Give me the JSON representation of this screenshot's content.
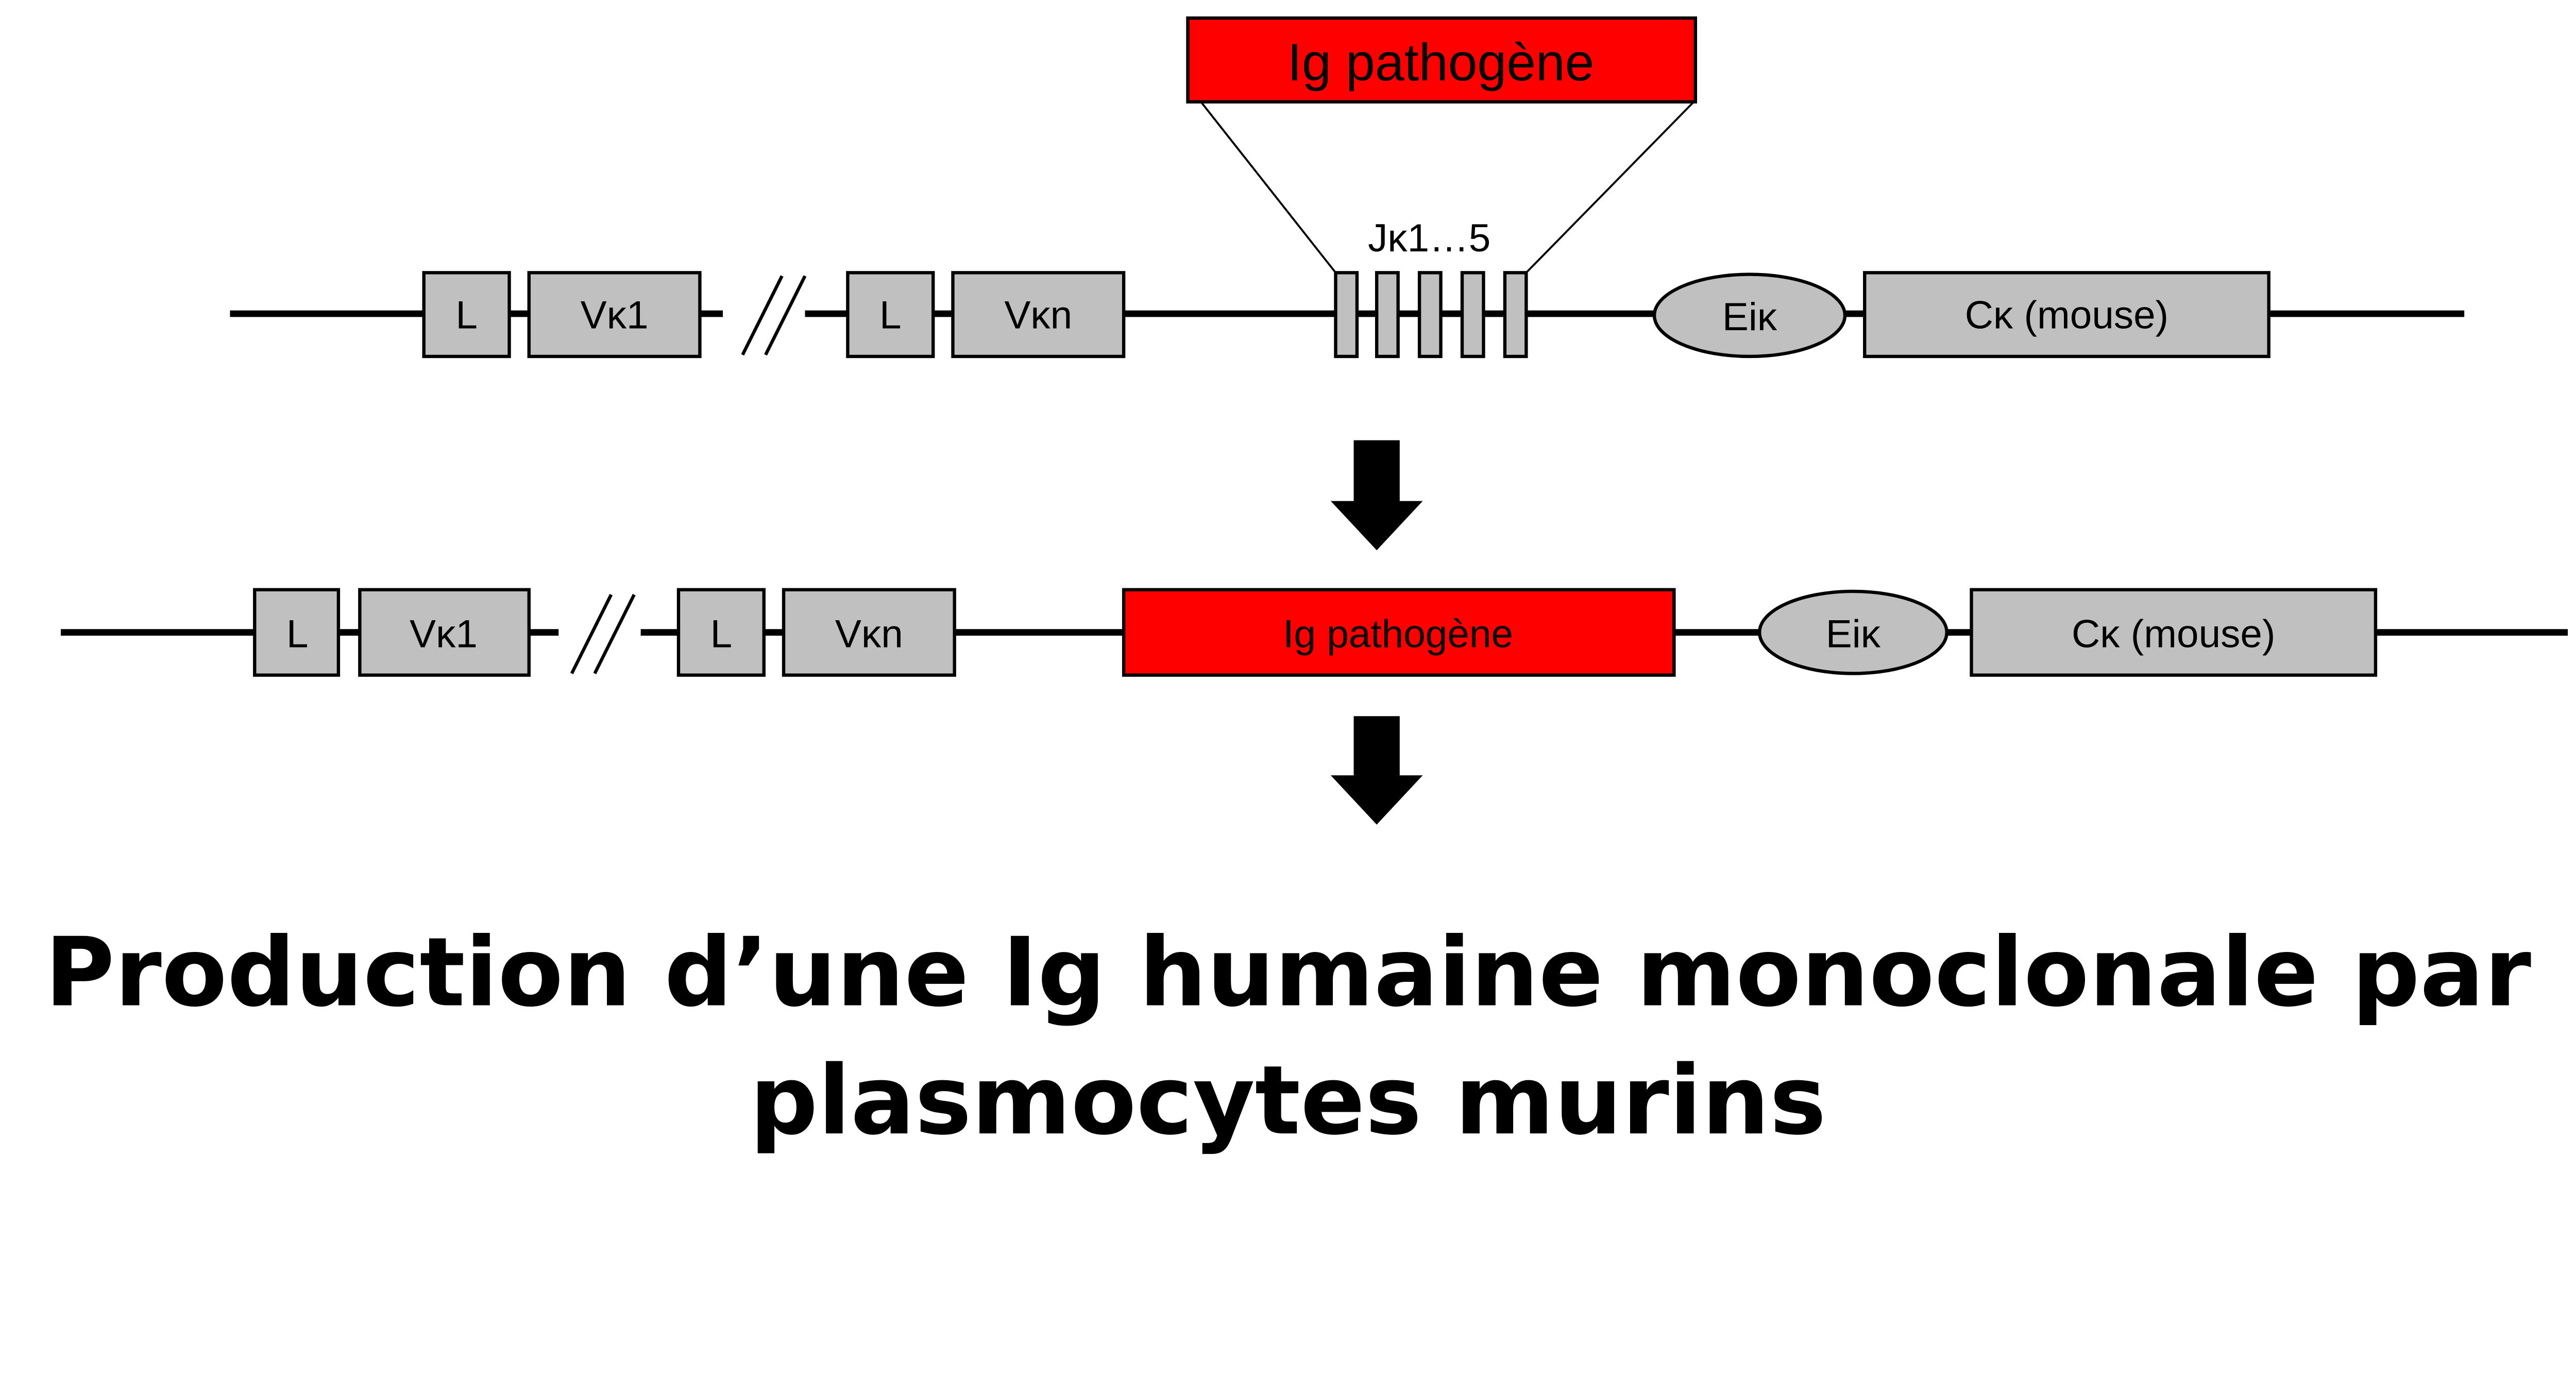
{
  "top_construct": {
    "insert_label": "Ig pathogène",
    "j_label": "Jκ1…5",
    "segments": {
      "l1": "L",
      "vk1": "Vκ1",
      "l2": "L",
      "vkn": "Vκn",
      "eik": "Eiκ",
      "ck": "Cκ (mouse)"
    }
  },
  "bottom_construct": {
    "insert_label": "Ig pathogène",
    "segments": {
      "l1": "L",
      "vk1": "Vκ1",
      "l2": "L",
      "vkn": "Vκn",
      "eik": "Eiκ",
      "ck": "Cκ (mouse)"
    }
  },
  "conclusion": {
    "line1": "Production d’une Ig humaine monoclonale par",
    "line2": "plasmocytes murins"
  },
  "colors": {
    "insert": "#ff0000",
    "segment": "#c0c0c0"
  }
}
